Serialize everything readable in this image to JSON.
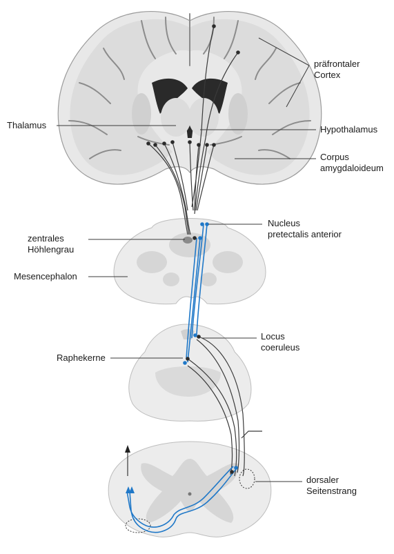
{
  "labels": {
    "praefrontaler_1": "präfrontaler",
    "praefrontaler_2": "Cortex",
    "thalamus": "Thalamus",
    "hypothalamus": "Hypothalamus",
    "corpus_1": "Corpus",
    "corpus_2": "amygdaloideum",
    "nucleus_1": "Nucleus",
    "nucleus_2": "pretectalis anterior",
    "zentrales_1": "zentrales",
    "zentrales_2": "Höhlengrau",
    "mesencephalon": "Mesencephalon",
    "locus_1": "Locus",
    "locus_2": "coeruleus",
    "raphekerne": "Raphekerne",
    "dorsaler_1": "dorsaler",
    "dorsaler_2": "Seitenstrang"
  },
  "colors": {
    "fiber_dark": "#3a3a3a",
    "fiber_blue": "#1f78c8",
    "tissue": "#e8e8e8"
  }
}
